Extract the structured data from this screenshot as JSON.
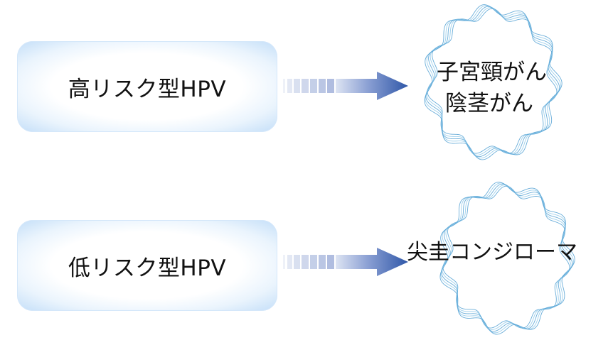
{
  "rows": [
    {
      "source": "高リスク型HPV",
      "outcomes": [
        "子宮頸がん",
        "陰茎がん"
      ]
    },
    {
      "source": "低リスク型HPV",
      "outcomes": [
        "尖圭コンジローマ"
      ]
    }
  ],
  "colors": {
    "box_edge": "#c3def8",
    "arrow_dark": "#2f57a8",
    "arrow_light": "#dbe3f3",
    "wave": "#5aa9d8"
  }
}
